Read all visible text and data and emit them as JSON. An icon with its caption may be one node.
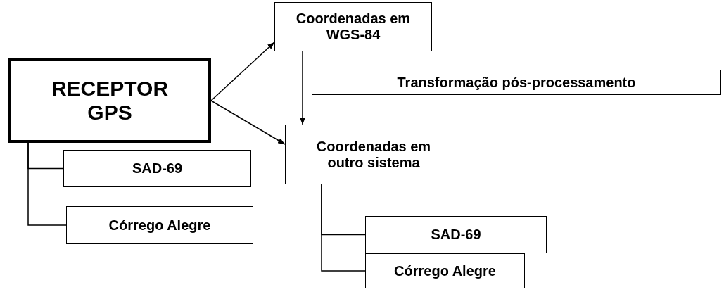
{
  "diagram": {
    "nodes": [
      {
        "text": [
          "RECEPTOR GPS"
        ]
      },
      {
        "text": [
          "Coordenadas em WGS-84"
        ]
      },
      {
        "text": [
          "Transformação pós-processamento"
        ]
      },
      {
        "text": [
          "Coordenadas em outro sistema"
        ]
      },
      {
        "text": [
          "SAD-69"
        ]
      },
      {
        "text": [
          "Córrego Alegre"
        ]
      },
      {
        "text": [
          "SAD-69"
        ]
      },
      {
        "text": [
          "Córrego Alegre"
        ]
      }
    ],
    "edges": [
      {
        "from": 0,
        "to": 1,
        "arrow": "to"
      },
      {
        "from": 0,
        "to": 3,
        "arrow": "to"
      },
      {
        "from": 1,
        "to": 3,
        "arrow": "to"
      },
      {
        "from": 0,
        "to": 4,
        "arrow": "none"
      },
      {
        "from": 0,
        "to": 5,
        "arrow": "none"
      },
      {
        "from": 3,
        "to": 6,
        "arrow": "none"
      },
      {
        "from": 3,
        "to": 7,
        "arrow": "none"
      }
    ]
  }
}
